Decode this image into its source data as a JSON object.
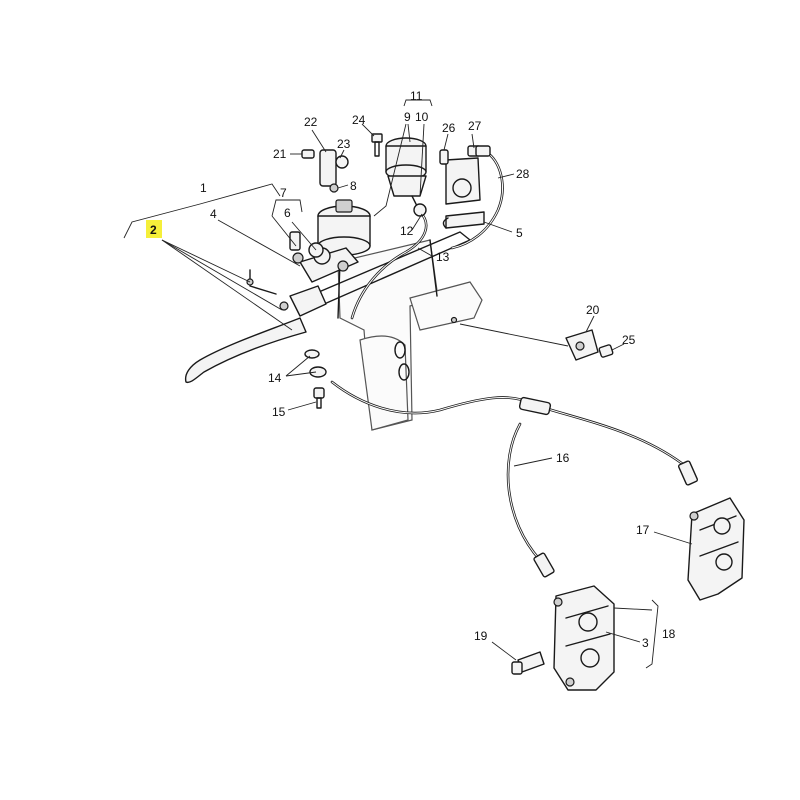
{
  "callouts": [
    {
      "id": "1",
      "text": "1",
      "highlighted": false
    },
    {
      "id": "2",
      "text": "2",
      "highlighted": true
    },
    {
      "id": "3",
      "text": "3",
      "highlighted": false
    },
    {
      "id": "4",
      "text": "4",
      "highlighted": false
    },
    {
      "id": "5",
      "text": "5",
      "highlighted": false
    },
    {
      "id": "6",
      "text": "6",
      "highlighted": false
    },
    {
      "id": "7",
      "text": "7",
      "highlighted": false
    },
    {
      "id": "8",
      "text": "8",
      "highlighted": false
    },
    {
      "id": "9",
      "text": "9",
      "highlighted": false
    },
    {
      "id": "10",
      "text": "10",
      "highlighted": false
    },
    {
      "id": "11",
      "text": "11",
      "highlighted": false
    },
    {
      "id": "12",
      "text": "12",
      "highlighted": false
    },
    {
      "id": "13",
      "text": "13",
      "highlighted": false
    },
    {
      "id": "14",
      "text": "14",
      "highlighted": false
    },
    {
      "id": "15",
      "text": "15",
      "highlighted": false
    },
    {
      "id": "16",
      "text": "16",
      "highlighted": false
    },
    {
      "id": "17",
      "text": "17",
      "highlighted": false
    },
    {
      "id": "18",
      "text": "18",
      "highlighted": false
    },
    {
      "id": "19",
      "text": "19",
      "highlighted": false
    },
    {
      "id": "20",
      "text": "20",
      "highlighted": false
    },
    {
      "id": "21",
      "text": "21",
      "highlighted": false
    },
    {
      "id": "22",
      "text": "22",
      "highlighted": false
    },
    {
      "id": "23",
      "text": "23",
      "highlighted": false
    },
    {
      "id": "24",
      "text": "24",
      "highlighted": false
    },
    {
      "id": "25",
      "text": "25",
      "highlighted": false
    },
    {
      "id": "26",
      "text": "26",
      "highlighted": false
    },
    {
      "id": "27",
      "text": "27",
      "highlighted": false
    },
    {
      "id": "28",
      "text": "28",
      "highlighted": false
    }
  ],
  "colors": {
    "highlight": "#f5ef3a",
    "line": "#1a1a1a",
    "background": "#ffffff"
  }
}
